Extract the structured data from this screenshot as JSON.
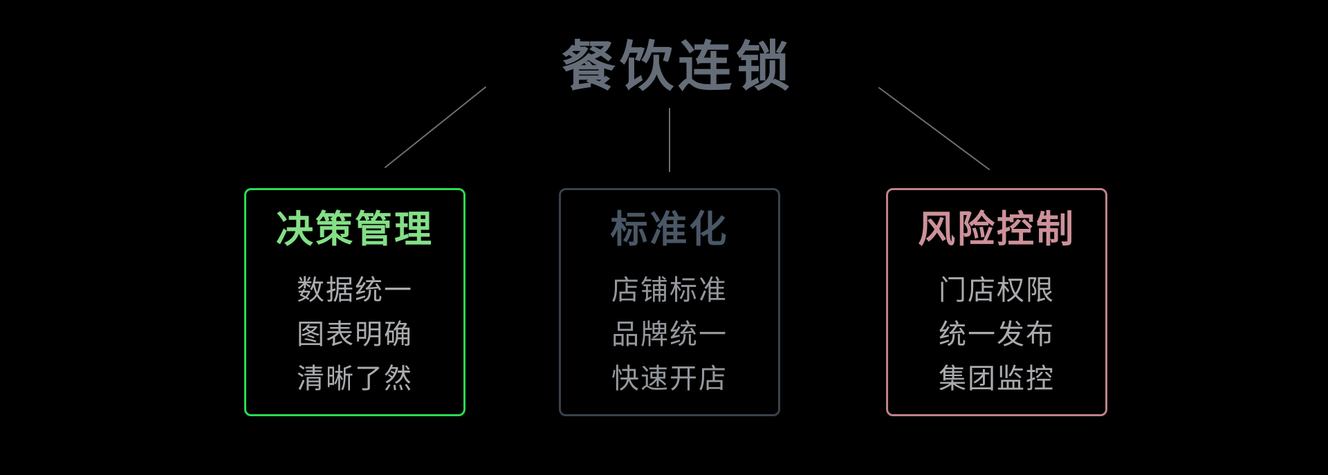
{
  "background": "#000000",
  "root": {
    "label": "餐饮连锁",
    "color": "#656d79"
  },
  "connectors": {
    "color": "#6f6f6f"
  },
  "branches": [
    {
      "title": "决策管理",
      "title_color": "#84df87",
      "border_color": "#2bdb52",
      "item_color": "#a9abae",
      "items": [
        "数据统一",
        "图表明确",
        "清晰了然"
      ]
    },
    {
      "title": "标准化",
      "title_color": "#4a5766",
      "border_color": "#39424d",
      "item_color": "#94979b",
      "items": [
        "店铺标准",
        "品牌统一",
        "快速开店"
      ]
    },
    {
      "title": "风险控制",
      "title_color": "#cd9199",
      "border_color": "#bf8289",
      "item_color": "#a9abae",
      "items": [
        "门店权限",
        "统一发布",
        "集团监控"
      ]
    }
  ]
}
